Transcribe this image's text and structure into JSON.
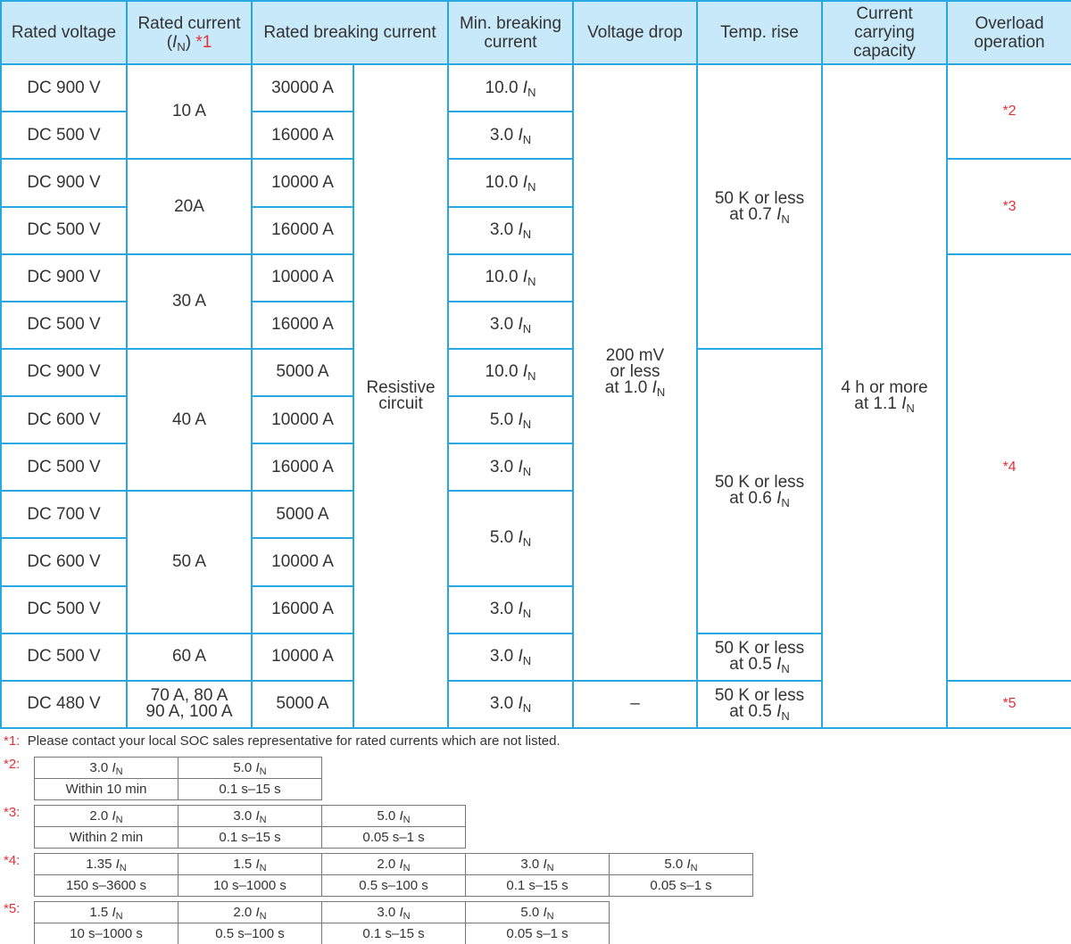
{
  "colors": {
    "border": "#29a7e0",
    "header_bg": "#c8e9f9",
    "note_mark": "#e5303a",
    "text": "#333333"
  },
  "headers": {
    "rated_voltage": "Rated voltage",
    "rated_current": "Rated current",
    "rated_current_symbol": "I",
    "rated_current_sub": "N",
    "rated_current_note": "*1",
    "rated_breaking": "Rated breaking current",
    "min_breaking": "Min. breaking current",
    "voltage_drop": "Voltage drop",
    "temp_rise": "Temp. rise",
    "carrying": "Current carrying capacity",
    "overload": "Overload operation"
  },
  "unit": {
    "symbol": "I",
    "sub": "N"
  },
  "rows": [
    {
      "voltage": "DC 900 V",
      "breaking": "30000 A",
      "min": "10.0"
    },
    {
      "voltage": "DC 500 V",
      "breaking": "16000 A",
      "min": "3.0"
    },
    {
      "voltage": "DC 900 V",
      "breaking": "10000 A",
      "min": "10.0"
    },
    {
      "voltage": "DC 500 V",
      "breaking": "16000 A",
      "min": "3.0"
    },
    {
      "voltage": "DC 900 V",
      "breaking": "10000 A",
      "min": "10.0"
    },
    {
      "voltage": "DC 500 V",
      "breaking": "16000 A",
      "min": "3.0"
    },
    {
      "voltage": "DC 900 V",
      "breaking": "5000 A",
      "min": "10.0"
    },
    {
      "voltage": "DC 600 V",
      "breaking": "10000 A",
      "min": "5.0"
    },
    {
      "voltage": "DC 500 V",
      "breaking": "16000 A",
      "min": "3.0"
    },
    {
      "voltage": "DC 700 V",
      "breaking": "5000 A",
      "min": "5.0"
    },
    {
      "voltage": "DC 600 V",
      "breaking": "10000 A"
    },
    {
      "voltage": "DC 500 V",
      "breaking": "16000 A",
      "min": "3.0"
    },
    {
      "voltage": "DC 500 V",
      "breaking": "10000 A",
      "min": "3.0"
    },
    {
      "voltage": "DC 480 V",
      "breaking": "5000 A",
      "min": "3.0"
    }
  ],
  "currents": {
    "c10": "10 A",
    "c20": "20A",
    "c30": "30 A",
    "c40": "40 A",
    "c50": "50 A",
    "c60": "60 A",
    "c70_line1": "70 A, 80 A",
    "c70_line2": "90 A, 100 A"
  },
  "resistive": {
    "line1": "Resistive",
    "line2": "circuit"
  },
  "voltage_drop": {
    "line1": "200 mV",
    "line2": "or less",
    "line3": "at 1.0",
    "dash": "–"
  },
  "temp_rise": {
    "t07_line1": "50 K or less",
    "t07_line2": "at 0.7",
    "t06_line1": "50 K or less",
    "t06_line2": "at 0.6",
    "t05a_line1": "50 K or less",
    "t05a_line2": "at 0.5",
    "t05b_line1": "50 K or less",
    "t05b_line2": "at 0.5"
  },
  "carrying": {
    "line1": "4 h or more",
    "line2": "at 1.1"
  },
  "overload_notes": {
    "n2": "*2",
    "n3": "*3",
    "n4": "*4",
    "n5": "*5"
  },
  "footnotes": {
    "fn1_mark": "*1:",
    "fn1_text": "Please contact your local SOC sales representative for rated currents which are not listed.",
    "fn2": {
      "mark": "*2:",
      "mult": [
        "3.0",
        "5.0"
      ],
      "time": [
        "Within 10 min",
        "0.1 s–15 s"
      ]
    },
    "fn3": {
      "mark": "*3:",
      "mult": [
        "2.0",
        "3.0",
        "5.0"
      ],
      "time": [
        "Within 2 min",
        "0.1 s–15 s",
        "0.05 s–1 s"
      ]
    },
    "fn4": {
      "mark": "*4:",
      "mult": [
        "1.35",
        "1.5",
        "2.0",
        "3.0",
        "5.0"
      ],
      "time": [
        "150 s–3600 s",
        "10 s–1000 s",
        "0.5 s–100 s",
        "0.1 s–15 s",
        "0.05 s–1 s"
      ]
    },
    "fn5": {
      "mark": "*5:",
      "mult": [
        "1.5",
        "2.0",
        "3.0",
        "5.0"
      ],
      "time": [
        "10 s–1000 s",
        "0.5 s–100 s",
        "0.1 s–15 s",
        "0.05 s–1 s"
      ]
    }
  }
}
